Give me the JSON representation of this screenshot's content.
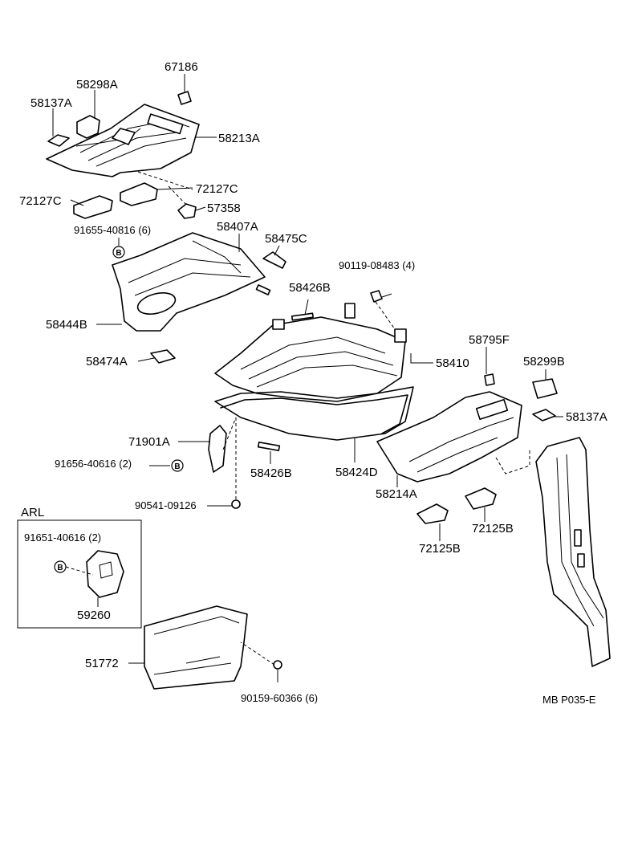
{
  "labels": {
    "p67186": "67186",
    "p58298A": "58298A",
    "p58137A_top": "58137A",
    "p58213A": "58213A",
    "p72127C_right": "72127C",
    "p72127C_left": "72127C",
    "p57358": "57358",
    "p91655": "91655-40816 (6)",
    "p58407A": "58407A",
    "p58475C": "58475C",
    "p90119": "90119-08483 (4)",
    "p58426B_top": "58426B",
    "p58444B": "58444B",
    "p58474A": "58474A",
    "p58795F": "58795F",
    "p58410": "58410",
    "p58299B": "58299B",
    "p58137A_right": "58137A",
    "p71901A": "71901A",
    "p91656": "91656-40616 (2)",
    "p58426B_bot": "58426B",
    "p58424D": "58424D",
    "p58214A": "58214A",
    "p90541": "90541-09126",
    "p72125B_right": "72125B",
    "p72125B_left": "72125B",
    "p91651": "91651-40616 (2)",
    "p59260": "59260",
    "p51772": "51772",
    "p90159": "90159-60366 (6)"
  },
  "arl_box_label": "ARL",
  "bolt_marker": "B",
  "drawing_code": "MB P035-E"
}
